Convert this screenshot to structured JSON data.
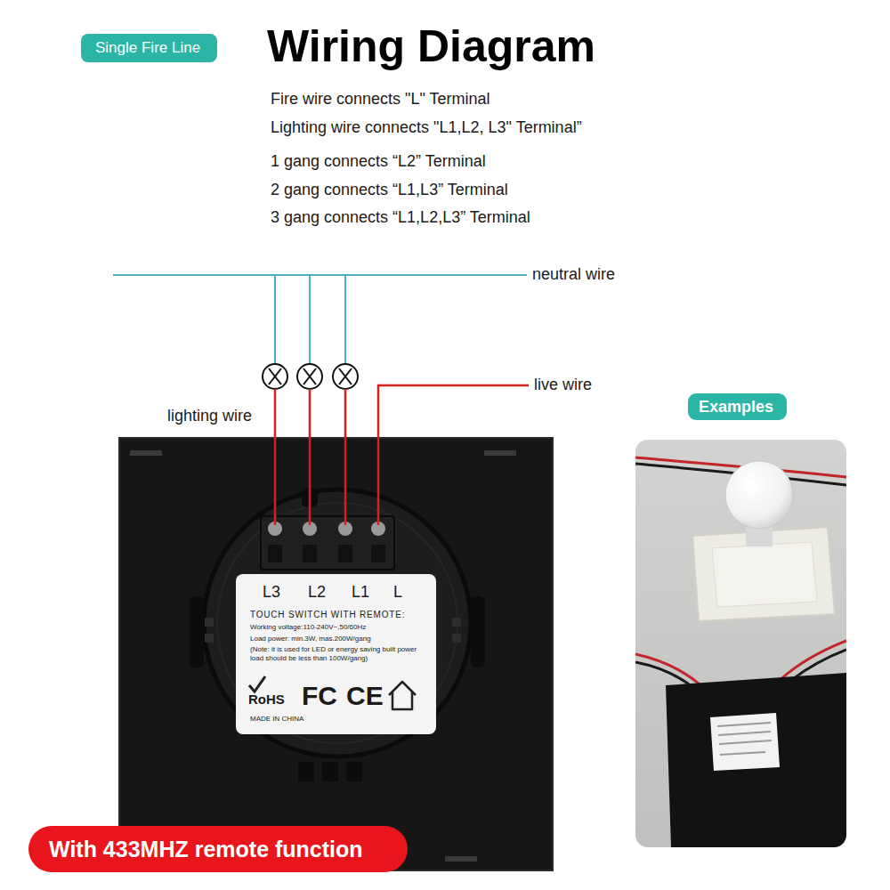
{
  "diagram": {
    "title": "Wiring Diagram",
    "nodes": [
      {
        "text": [
          "Single Fire Line"
        ]
      },
      {
        "text": [
          "Examples"
        ]
      },
      {
        "text": [
          "L3",
          "L2",
          "L1",
          "L",
          "TOUCH SWITCH WITH REMOTE:",
          "Working voltage:110-240V~,50/60Hz",
          "Load power: min.3W, mas.200W/gang",
          "(Note: it is used for LED or energy saving built power load should be less than 100W/gang)",
          "RoHS",
          "FC",
          "CE",
          "MADE IN CHINA"
        ]
      },
      {
        "text": [
          "With 433MHZ remote function"
        ]
      }
    ],
    "labels": [
      "Fire wire connects \"L\" Terminal",
      "Lighting wire connects \"L1,L2, L3\" Terminal”",
      "1 gang connects “L2” Terminal",
      "2 gang connects “L1,L3” Terminal",
      "3 gang connects “L1,L2,L3” Terminal",
      "neutral wire",
      "live wire",
      "lighting wire"
    ]
  }
}
